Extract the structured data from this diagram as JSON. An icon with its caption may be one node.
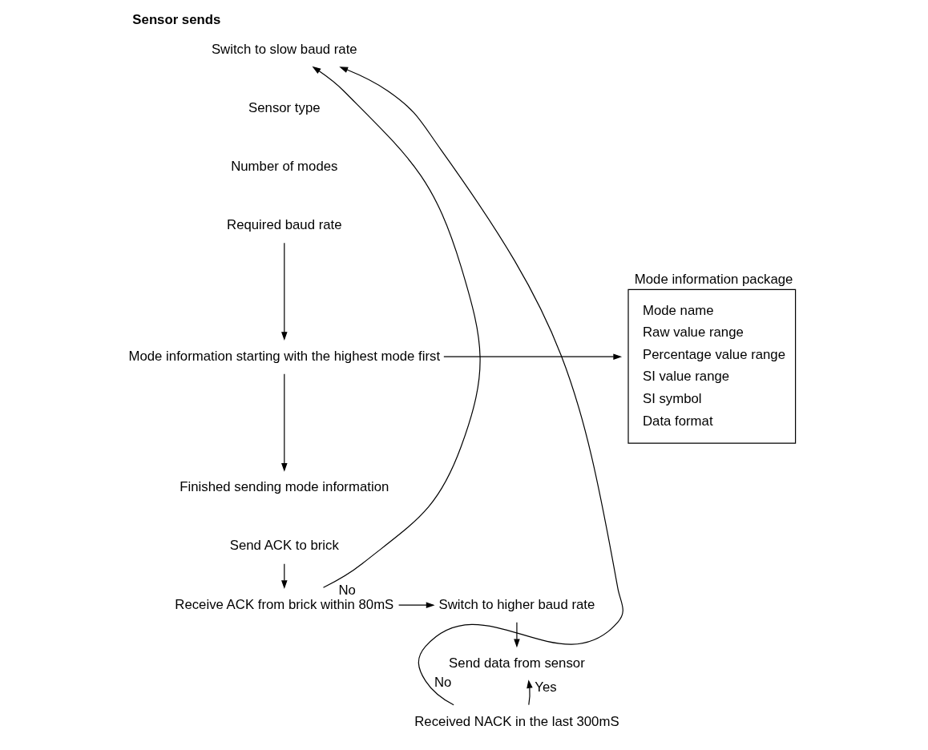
{
  "diagram": {
    "title": "Sensor sends",
    "nodes": [
      {
        "text": [
          "Switch to slow baud rate"
        ]
      },
      {
        "text": [
          "Sensor type"
        ]
      },
      {
        "text": [
          "Number of modes"
        ]
      },
      {
        "text": [
          "Required baud rate"
        ]
      },
      {
        "text": [
          "Mode information starting with the highest mode first"
        ]
      },
      {
        "text": [
          "Finished sending mode information"
        ]
      },
      {
        "text": [
          "Send ACK to brick"
        ]
      },
      {
        "text": [
          "Receive ACK from brick within 80mS"
        ]
      },
      {
        "text": [
          "Switch to higher baud rate"
        ]
      },
      {
        "text": [
          "Send data from sensor"
        ]
      },
      {
        "text": [
          "Received NACK in the last 300mS"
        ]
      },
      {
        "text": [
          "Mode information package",
          "Mode name",
          "Raw value range",
          "Percentage value range",
          "SI value range",
          "SI symbol",
          "Data format"
        ]
      }
    ],
    "edges": [
      {
        "from": 3,
        "to": 4,
        "arrow": "to"
      },
      {
        "from": 4,
        "to": 11,
        "arrow": "to"
      },
      {
        "from": 4,
        "to": 5,
        "arrow": "to"
      },
      {
        "from": 6,
        "to": 7,
        "arrow": "to"
      },
      {
        "from": 7,
        "to": 0,
        "arrow": "to",
        "label": "No"
      },
      {
        "from": 7,
        "to": 8,
        "arrow": "to"
      },
      {
        "from": 8,
        "to": 9,
        "arrow": "to"
      },
      {
        "from": 10,
        "to": 9,
        "arrow": "to",
        "label": "Yes"
      },
      {
        "from": 10,
        "to": 0,
        "arrow": "to",
        "label": "No"
      }
    ]
  }
}
